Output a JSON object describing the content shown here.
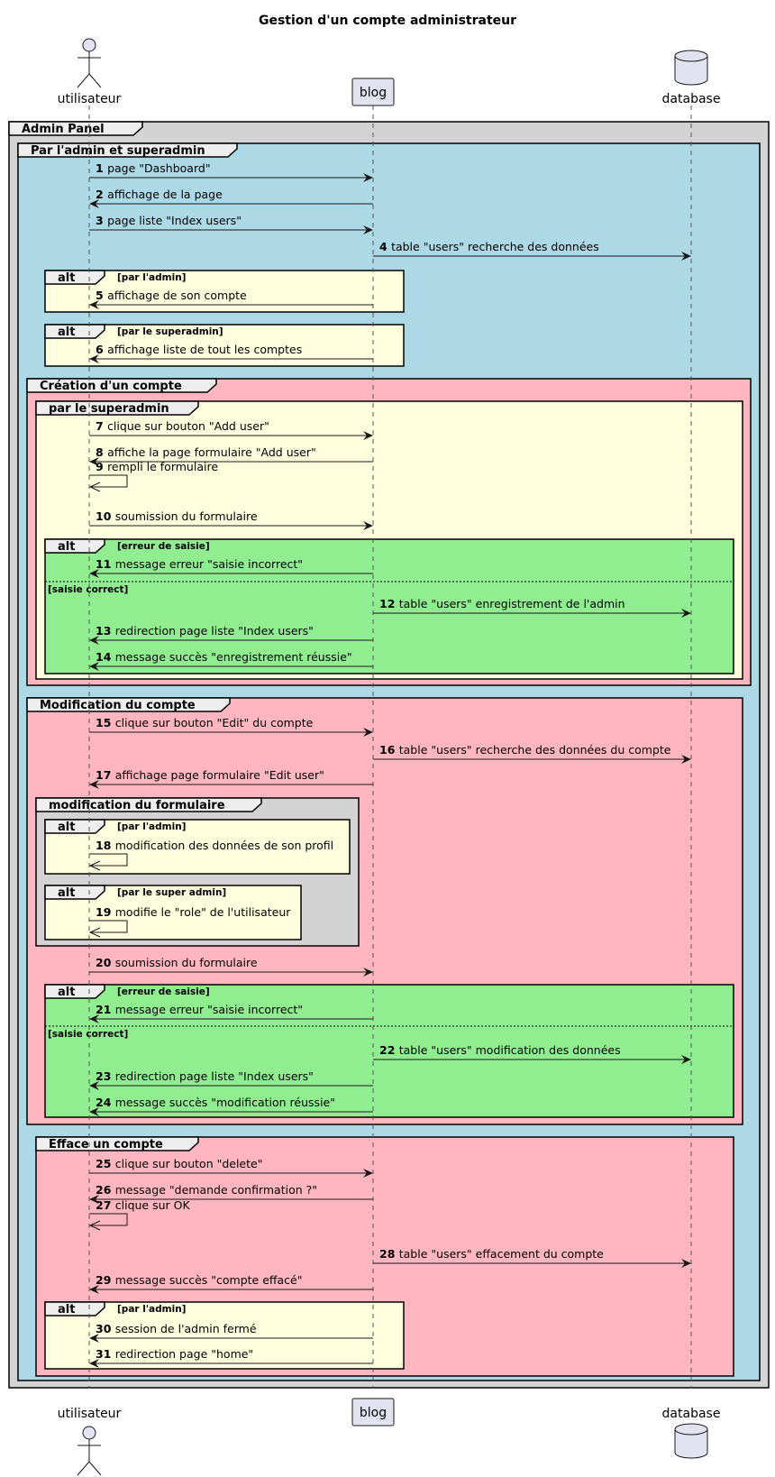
{
  "title": "Gestion d'un compte administrateur",
  "participants": [
    {
      "id": "utilisateur",
      "label": "utilisateur",
      "shape": "actor"
    },
    {
      "id": "blog",
      "label": "blog",
      "shape": "box"
    },
    {
      "id": "database",
      "label": "database",
      "shape": "database"
    }
  ],
  "colors": {
    "admin_panel": "#d3d3d3",
    "role_group": "#add8e6",
    "section": "#ffb6c1",
    "alt": "#ffffe0",
    "validation": "#90ee90",
    "participant_fill": "#e2e2f0"
  },
  "groups": [
    {
      "id": "admin-panel",
      "label": "Admin Panel",
      "color": "admin_panel"
    },
    {
      "id": "role-group",
      "label": "Par l'admin et superadmin",
      "color": "role_group"
    },
    {
      "id": "alt-admin-1",
      "label": "alt",
      "condition": "[par l'admin]",
      "color": "alt"
    },
    {
      "id": "alt-superadmin-1",
      "label": "alt",
      "condition": "[par le superadmin]",
      "color": "alt"
    },
    {
      "id": "creation",
      "label": "Création d'un compte",
      "color": "section"
    },
    {
      "id": "par-superadmin",
      "label": "par le superadmin",
      "color": "alt"
    },
    {
      "id": "alt-creation",
      "label": "alt",
      "condition": "[erreur de saisie]",
      "else_condition": "[saisie correct]",
      "color": "validation"
    },
    {
      "id": "modification",
      "label": "Modification du compte",
      "color": "section"
    },
    {
      "id": "modif-formulaire",
      "label": "modification du formulaire",
      "color": "admin_panel"
    },
    {
      "id": "alt-admin-2",
      "label": "alt",
      "condition": "[par l'admin]",
      "color": "alt"
    },
    {
      "id": "alt-super-admin-2",
      "label": "alt",
      "condition": "[par le super admin]",
      "color": "alt"
    },
    {
      "id": "alt-modification",
      "label": "alt",
      "condition": "[erreur de saisie]",
      "else_condition": "[saisie correct]",
      "color": "validation"
    },
    {
      "id": "efface",
      "label": "Efface un compte",
      "color": "section"
    },
    {
      "id": "alt-admin-3",
      "label": "alt",
      "condition": "[par l'admin]",
      "color": "alt"
    }
  ],
  "messages": [
    {
      "n": "1",
      "from": "utilisateur",
      "to": "blog",
      "text": "page \"Dashboard\""
    },
    {
      "n": "2",
      "from": "blog",
      "to": "utilisateur",
      "text": "affichage de la page"
    },
    {
      "n": "3",
      "from": "utilisateur",
      "to": "blog",
      "text": "page liste \"Index users\""
    },
    {
      "n": "4",
      "from": "blog",
      "to": "database",
      "text": "table \"users\" recherche des données"
    },
    {
      "n": "5",
      "from": "blog",
      "to": "utilisateur",
      "text": "affichage de son compte"
    },
    {
      "n": "6",
      "from": "blog",
      "to": "utilisateur",
      "text": "affichage liste de tout les comptes"
    },
    {
      "n": "7",
      "from": "utilisateur",
      "to": "blog",
      "text": "clique sur bouton \"Add user\""
    },
    {
      "n": "8",
      "from": "blog",
      "to": "utilisateur",
      "text": "affiche la page formulaire \"Add user\""
    },
    {
      "n": "9",
      "from": "utilisateur",
      "to": "utilisateur",
      "text": "rempli le formulaire"
    },
    {
      "n": "10",
      "from": "utilisateur",
      "to": "blog",
      "text": "soumission du formulaire"
    },
    {
      "n": "11",
      "from": "blog",
      "to": "utilisateur",
      "text": "message erreur \"saisie incorrect\""
    },
    {
      "n": "12",
      "from": "blog",
      "to": "database",
      "text": "table \"users\" enregistrement de l'admin"
    },
    {
      "n": "13",
      "from": "blog",
      "to": "utilisateur",
      "text": "redirection page liste \"Index users\""
    },
    {
      "n": "14",
      "from": "blog",
      "to": "utilisateur",
      "text": "message succès \"enregistrement réussie\""
    },
    {
      "n": "15",
      "from": "utilisateur",
      "to": "blog",
      "text": "clique sur bouton \"Edit\" du compte"
    },
    {
      "n": "16",
      "from": "blog",
      "to": "database",
      "text": "table \"users\" recherche des données du compte"
    },
    {
      "n": "17",
      "from": "blog",
      "to": "utilisateur",
      "text": "affichage page formulaire \"Edit user\""
    },
    {
      "n": "18",
      "from": "utilisateur",
      "to": "utilisateur",
      "text": "modification des données de son profil"
    },
    {
      "n": "19",
      "from": "utilisateur",
      "to": "utilisateur",
      "text": "modifie le \"role\" de l'utilisateur"
    },
    {
      "n": "20",
      "from": "utilisateur",
      "to": "blog",
      "text": "soumission du formulaire"
    },
    {
      "n": "21",
      "from": "blog",
      "to": "utilisateur",
      "text": "message erreur \"saisie incorrect\""
    },
    {
      "n": "22",
      "from": "blog",
      "to": "database",
      "text": "table \"users\" modification des données"
    },
    {
      "n": "23",
      "from": "blog",
      "to": "utilisateur",
      "text": "redirection page liste \"Index users\""
    },
    {
      "n": "24",
      "from": "blog",
      "to": "utilisateur",
      "text": "message succès \"modification réussie\""
    },
    {
      "n": "25",
      "from": "utilisateur",
      "to": "blog",
      "text": "clique sur bouton \"delete\""
    },
    {
      "n": "26",
      "from": "blog",
      "to": "utilisateur",
      "text": "message \"demande confirmation ?\""
    },
    {
      "n": "27",
      "from": "utilisateur",
      "to": "utilisateur",
      "text": "clique sur OK"
    },
    {
      "n": "28",
      "from": "blog",
      "to": "database",
      "text": "table \"users\" effacement du compte"
    },
    {
      "n": "29",
      "from": "blog",
      "to": "utilisateur",
      "text": "message succès \"compte effacé\""
    },
    {
      "n": "30",
      "from": "blog",
      "to": "utilisateur",
      "text": "session de l'admin fermé"
    },
    {
      "n": "31",
      "from": "blog",
      "to": "utilisateur",
      "text": "redirection page \"home\""
    }
  ]
}
